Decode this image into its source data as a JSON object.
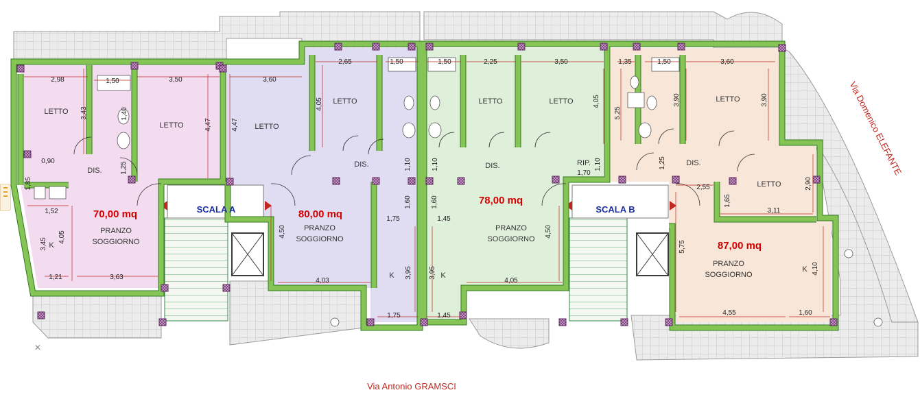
{
  "apartments": [
    {
      "id": "a1",
      "area": "70,00 mq",
      "living": [
        "PRANZO",
        "SOGGIORNO"
      ],
      "color": "#f3dcef"
    },
    {
      "id": "a2",
      "area": "80,00 mq",
      "living": [
        "PRANZO",
        "SOGGIORNO"
      ],
      "color": "#e0dcf2"
    },
    {
      "id": "a3",
      "area": "78,00 mq",
      "living": [
        "PRANZO",
        "SOGGIORNO"
      ],
      "color": "#dff0da"
    },
    {
      "id": "a4",
      "area": "87,00 mq",
      "living": [
        "PRANZO",
        "SOGGIORNO"
      ],
      "color": "#f8e6d8"
    }
  ],
  "rooms": {
    "letto": "LETTO",
    "dis": "DIS.",
    "k": "K",
    "rip": "RIP."
  },
  "stairs": {
    "a": "SCALA A",
    "b": "SCALA B"
  },
  "streets": {
    "bottom": "Via Antonio GRAMSCI",
    "right": "Via Domenico ELEFANTE"
  },
  "dimensions": {
    "d_2_98": "2,98",
    "d_1_50a": "1,50",
    "d_3_50a": "3,50",
    "d_3_60a": "3,60",
    "d_2_65": "2,65",
    "d_1_50b": "1,50",
    "d_1_50c": "1,50",
    "d_2_25": "2,25",
    "d_3_50b": "3,50",
    "d_1_35": "1,35",
    "d_1_50d": "1,50",
    "d_3_60b": "3,60",
    "d_3_43": "3,43",
    "d_1_40": "1,40",
    "d_4_47a": "4,47",
    "d_4_47b": "4,47",
    "d_4_05a": "4,05",
    "d_4_05b": "4,05",
    "d_5_25": "5,25",
    "d_3_90a": "3,90",
    "d_3_90b": "3,90",
    "d_1_25a": "1,25",
    "d_1_10a": "1,10",
    "d_1_10b": "1,10",
    "d_1_70": "1,70",
    "d_1_10c": "1,10",
    "d_1_25b": "1,25",
    "d_0_90": "0,90",
    "d_1_85": "1,85",
    "d_2_55": "2,55",
    "d_2_90": "2,90",
    "d_1_52": "1,52",
    "d_1_75a": "1,75",
    "d_1_45a": "1,45",
    "d_1_60a": "1,60",
    "d_1_60b": "1,60",
    "d_1_65": "1,65",
    "d_3_11": "3,11",
    "d_3_45": "3,45",
    "d_4_05c": "4,05",
    "d_4_50a": "4,50",
    "d_4_50b": "4,50",
    "d_5_75": "5,75",
    "d_1_21": "1,21",
    "d_3_63": "3,63",
    "d_4_03": "4,03",
    "d_3_95a": "3,95",
    "d_3_95b": "3,95",
    "d_4_05d": "4,05",
    "d_4_10": "4,10",
    "d_4_55": "4,55",
    "d_1_60c": "1,60",
    "d_1_75b": "1,75",
    "d_1_45b": "1,45"
  },
  "colors": {
    "wall": "#86c456",
    "wall_edge": "#2f7a1f",
    "terrace": "#e7e7e7",
    "pillar": "#5b2a5b",
    "accent": "#d40000",
    "dim_line": "#c0271f"
  }
}
